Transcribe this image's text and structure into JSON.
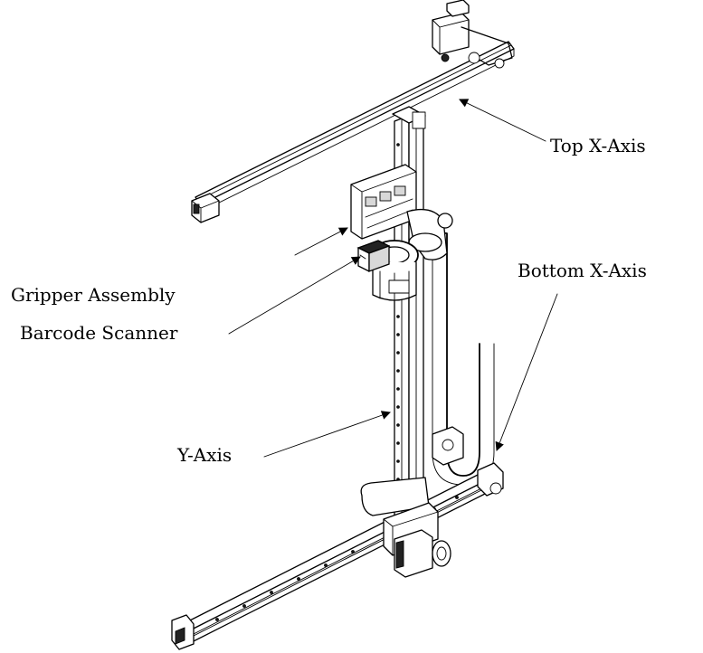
{
  "labels": {
    "top_x_axis": "Top X-Axis",
    "gripper_assembly": "Gripper Assembly",
    "barcode_scanner": "Barcode Scanner",
    "bottom_x_axis": "Bottom X-Axis",
    "y_axis": "Y-Axis"
  },
  "colors": {
    "line": "#000000",
    "background": "#ffffff"
  }
}
